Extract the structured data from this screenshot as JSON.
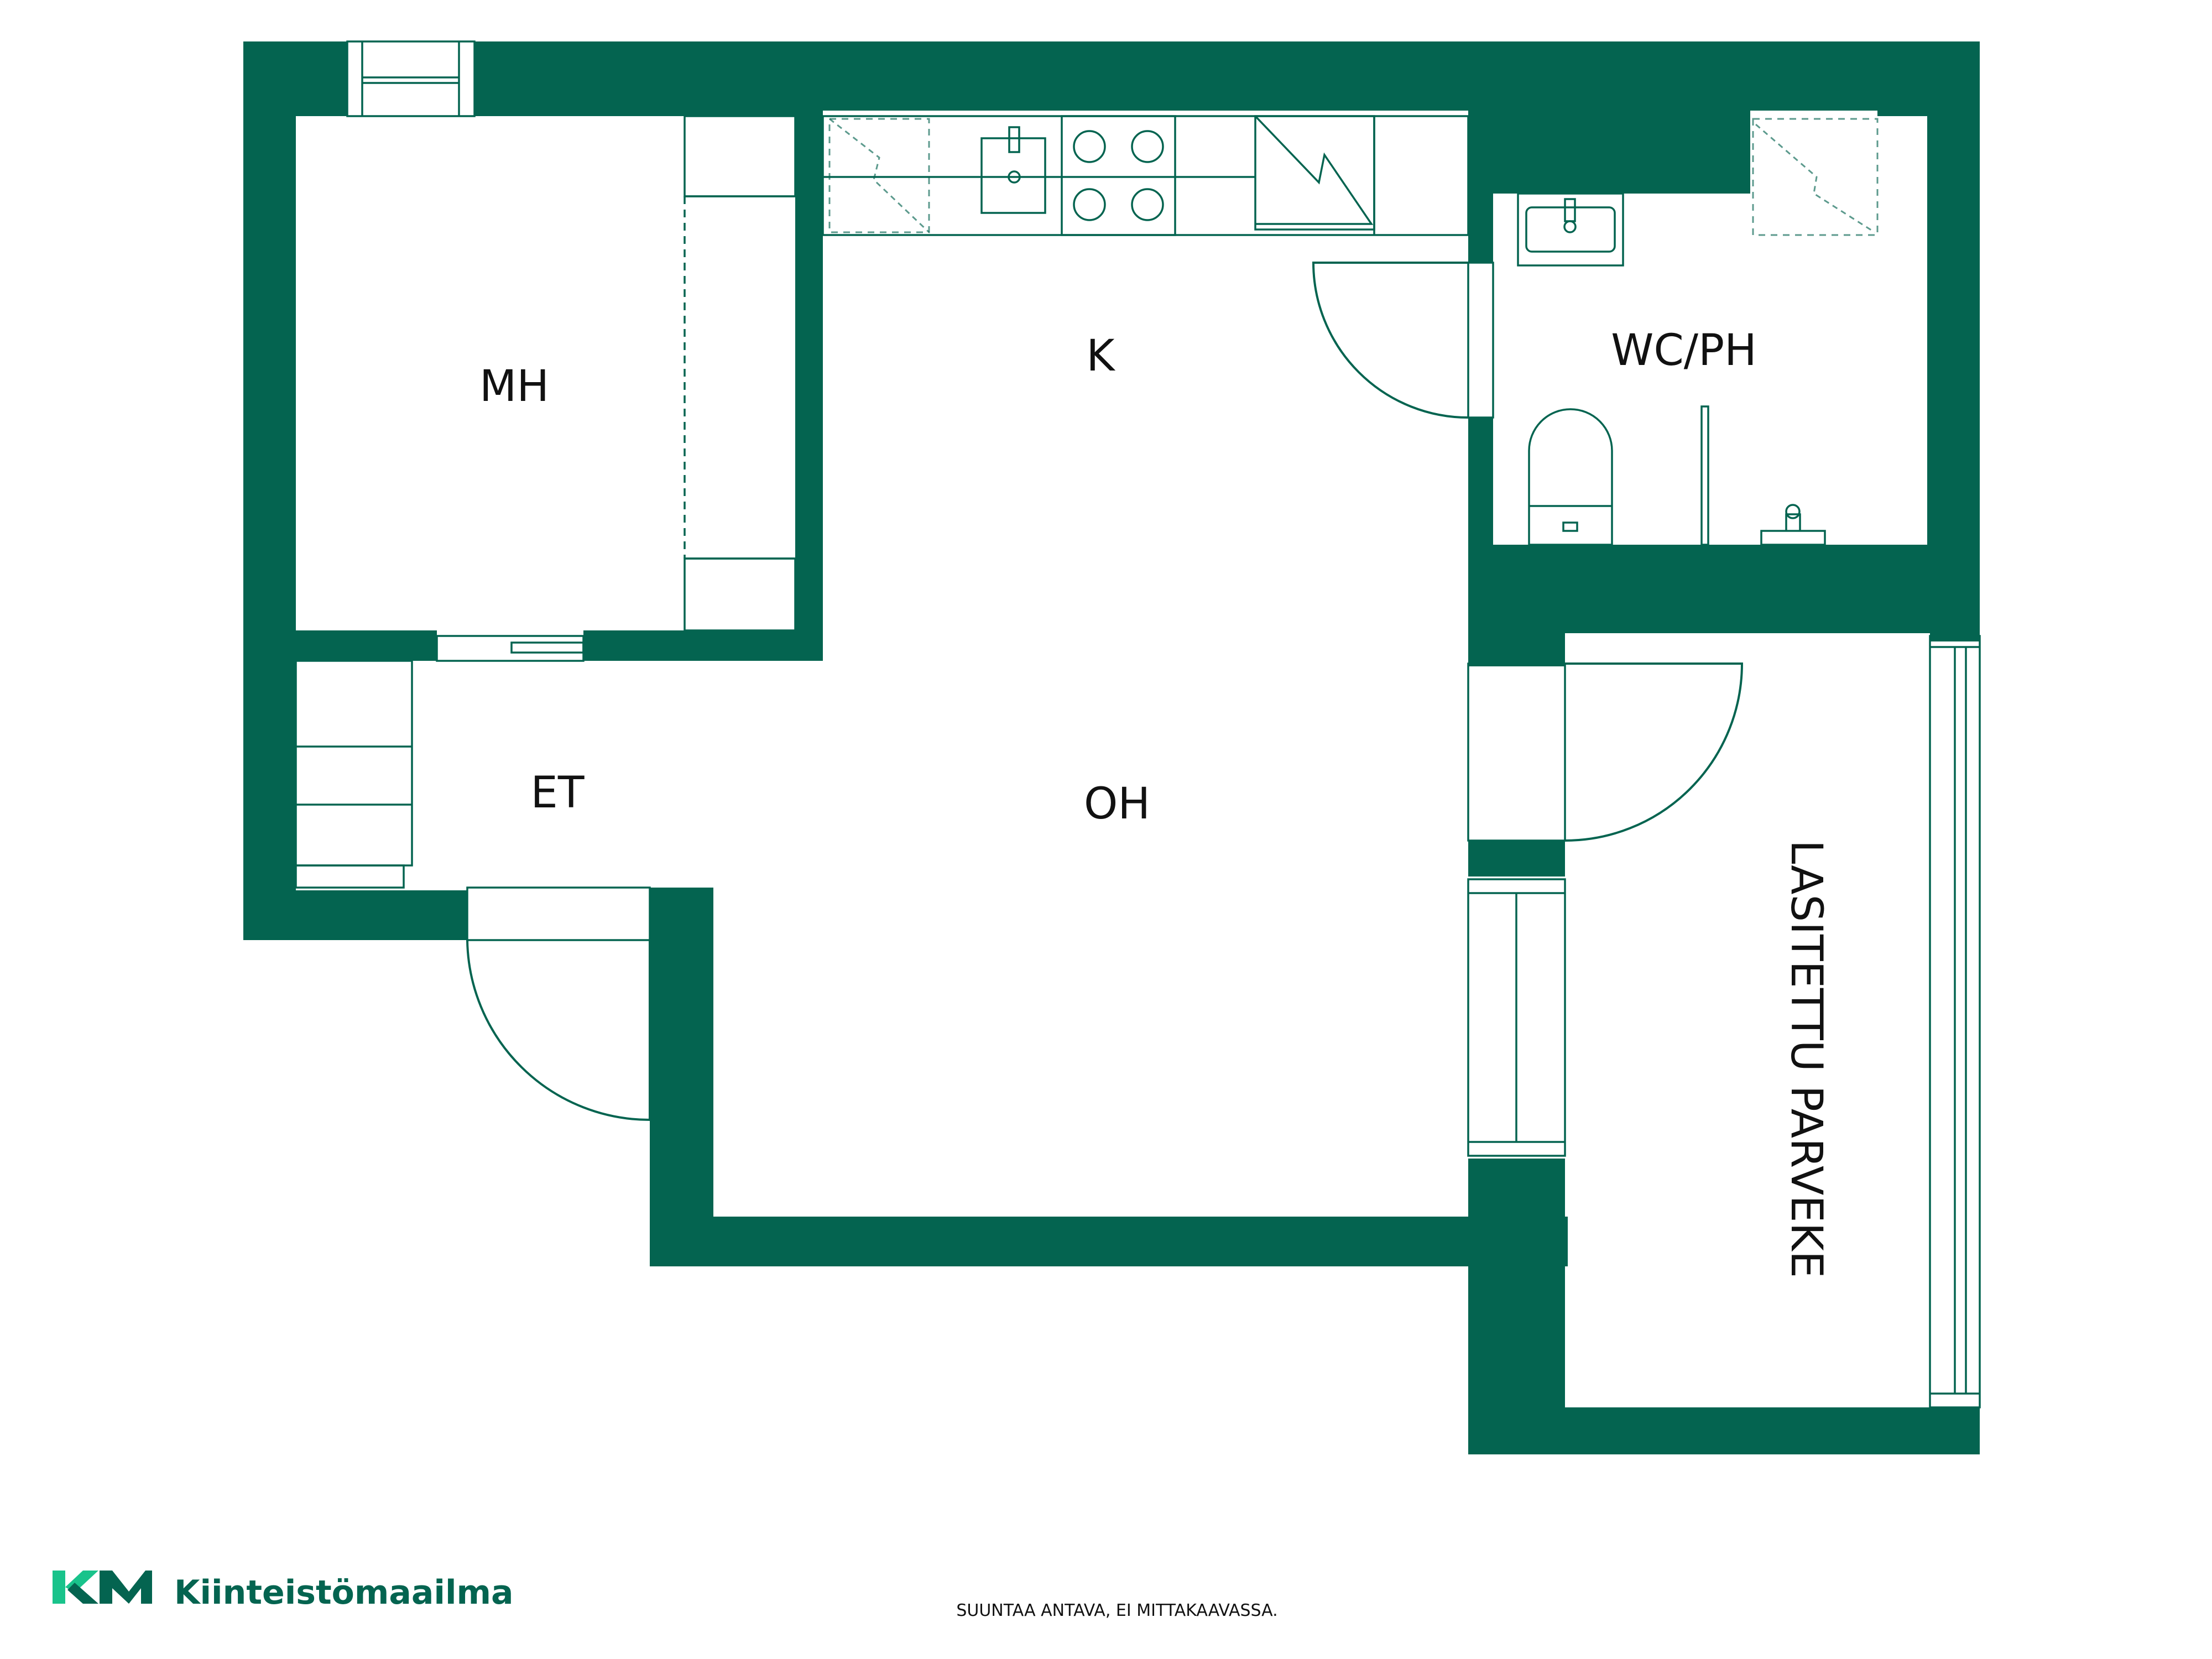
{
  "colors": {
    "wall": "#046450",
    "fixture_stroke": "#046450",
    "background": "#ffffff",
    "text": "#111111",
    "brand_light": "#19c38b",
    "brand_dark": "#046450"
  },
  "rooms": {
    "mh": "MH",
    "k": "K",
    "wc_ph": "WC/PH",
    "et": "ET",
    "oh": "OH",
    "balcony": "LASITETTU PARVEKE"
  },
  "footer": {
    "disclaimer": "SUUNTAA ANTAVA, EI MITTAKAAVASSA.",
    "brand_name": "Kiinteistömaailma",
    "logo_icon": "km-logo-icon"
  }
}
